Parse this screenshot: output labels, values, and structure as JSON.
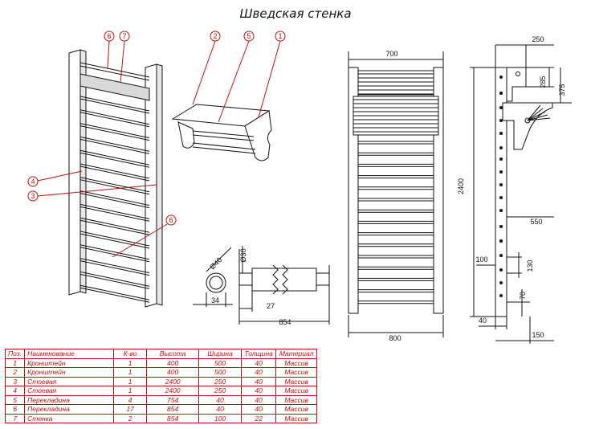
{
  "title": "Шведская стенка",
  "callouts": [
    "1",
    "2",
    "3",
    "4",
    "5",
    "6",
    "7"
  ],
  "dimensions": {
    "top_width": "700",
    "bottom_width": "800",
    "height": "2400",
    "side_top": "250",
    "side_285": "285",
    "side_375": "375",
    "side_550": "550",
    "side_100": "100",
    "side_130": "130",
    "side_70": "70",
    "side_40": "40",
    "side_150": "150",
    "bar_diameter": "Ø40",
    "bar_34": "34",
    "bar_d30": "Ø30",
    "bar_27": "27",
    "bar_length": "854"
  },
  "colors": {
    "line": "#111111",
    "accent": "#c21010"
  },
  "table": {
    "headers": [
      "Поз.",
      "Наименование",
      "К-во",
      "Высота",
      "Ширина",
      "Толщина",
      "Материал"
    ],
    "rows": [
      [
        "1",
        "Кронштейн",
        "1",
        "400",
        "500",
        "40",
        "Массив"
      ],
      [
        "2",
        "Кронштейн",
        "1",
        "400",
        "500",
        "40",
        "Массив"
      ],
      [
        "3",
        "Стоевая",
        "1",
        "2400",
        "250",
        "40",
        "Массив"
      ],
      [
        "4",
        "Стоевая",
        "1",
        "2400",
        "250",
        "40",
        "Массив"
      ],
      [
        "5",
        "Перекладина",
        "4",
        "754",
        "40",
        "40",
        "Массив"
      ],
      [
        "6",
        "Перекладина",
        "17",
        "854",
        "40",
        "40",
        "Массив"
      ],
      [
        "7",
        "Стенка",
        "2",
        "854",
        "100",
        "22",
        "Массив"
      ]
    ]
  }
}
